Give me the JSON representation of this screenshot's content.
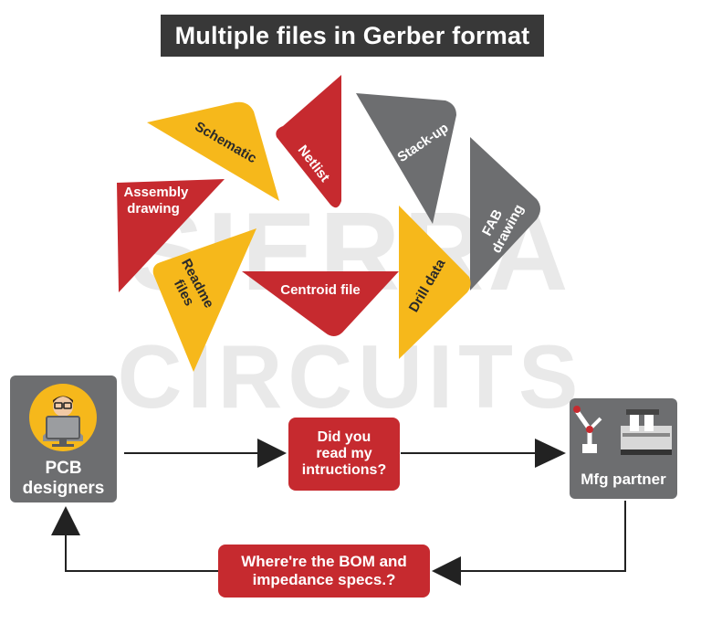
{
  "title": "Multiple files in Gerber format",
  "watermark": {
    "line1": "SIERRA",
    "line2": "CIRCUITS"
  },
  "files": [
    {
      "label": "Schematic",
      "color": "#f6b81b"
    },
    {
      "label": "Netlist",
      "color": "#c62a2f"
    },
    {
      "label": "Stack-up",
      "color": "#6d6e70"
    },
    {
      "label": "FAB drawing",
      "color": "#6d6e70"
    },
    {
      "label": "Assembly drawing",
      "color": "#c62a2f"
    },
    {
      "label": "Readme files",
      "color": "#f6b81b"
    },
    {
      "label": "Centroid file",
      "color": "#c62a2f"
    },
    {
      "label": "Drill data",
      "color": "#f6b81b"
    }
  ],
  "actors": {
    "designer": {
      "label": "PCB designers",
      "icon": "designer-at-computer-icon"
    },
    "manufacturer": {
      "label": "Mfg partner",
      "icon": "robot-arm-machine-icon"
    }
  },
  "messages": {
    "to_manufacturer": "Did you read my intructions?",
    "to_designer": "Where're the BOM and impedance specs.?"
  },
  "colors": {
    "red": "#c62a2f",
    "yellow": "#f6b81b",
    "gray": "#6d6e70",
    "dark": "#383838"
  }
}
